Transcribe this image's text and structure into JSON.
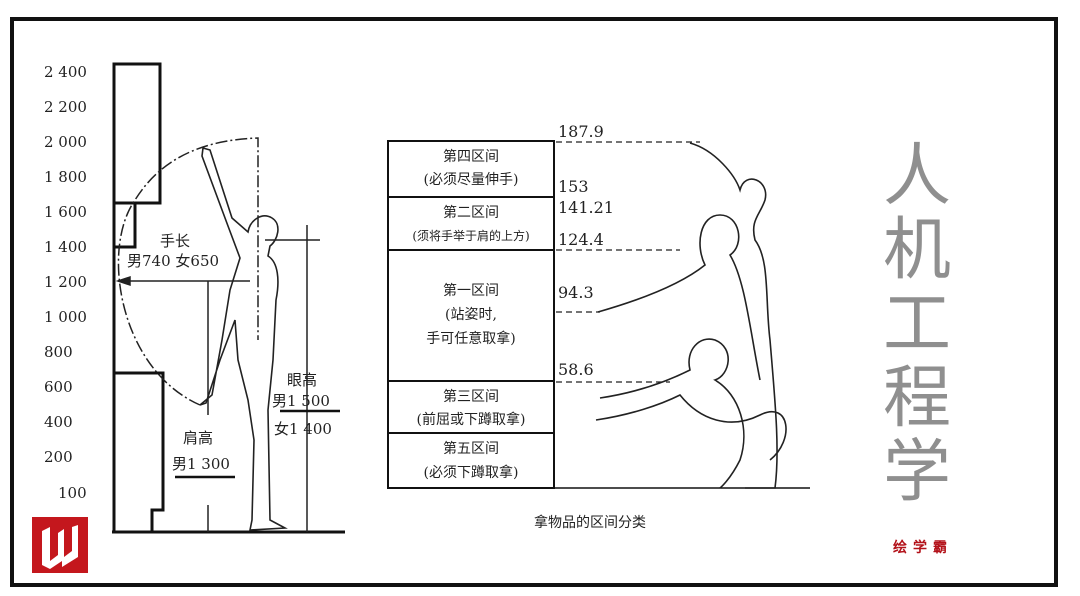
{
  "left_diagram": {
    "scale_labels": [
      "2 400",
      "2 200",
      "2 000",
      "1 800",
      "1 600",
      "1 400",
      "1 200",
      "1 000",
      "800",
      "600",
      "400",
      "200",
      "100"
    ],
    "arm_length_title": "手长",
    "arm_length_values": "男740 女650",
    "shoulder_title": "肩高",
    "shoulder_value": "男1 300",
    "eye_title": "眼高",
    "eye_male": "男1 500",
    "eye_female": "女1 400"
  },
  "right_diagram": {
    "zones": [
      {
        "name": "第四区间",
        "desc": "(必须尽量伸手)"
      },
      {
        "name": "第二区间",
        "desc": "(须将手举于肩的上方)"
      },
      {
        "name": "第一区间",
        "desc": "(站姿时,",
        "desc2": "手可任意取拿)"
      },
      {
        "name": "第三区间",
        "desc": "(前屈或下蹲取拿)"
      },
      {
        "name": "第五区间",
        "desc": "(必须下蹲取拿)"
      }
    ],
    "heights": [
      "187.9",
      "153",
      "141.21",
      "124.4",
      "94.3",
      "58.6"
    ],
    "caption": "拿物品的区间分类"
  },
  "title_chars": [
    "人",
    "机",
    "工",
    "程",
    "学"
  ],
  "brand": "绘学霸",
  "colors": {
    "brand_red": "#c4171d",
    "title_gray": "#8f8f8f"
  }
}
